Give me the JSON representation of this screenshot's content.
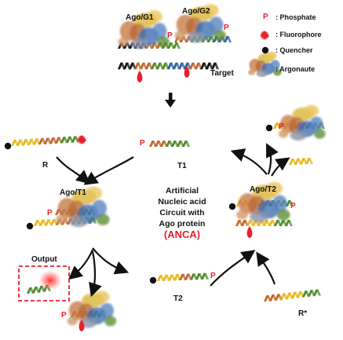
{
  "top": {
    "ago_g1": "Ago/G1",
    "ago_g2": "Ago/G2",
    "target": "Target"
  },
  "legend": {
    "phosphate_symbol": "P",
    "phosphate": ": Phosphate",
    "fluorophore": ": Fluorophore",
    "quencher": ": Quencher",
    "argonaute": ": Argonaute"
  },
  "nodes": {
    "R": "R",
    "T1": "T1",
    "ago_t1": "Ago/T1",
    "ago_t2": "Ago/T2",
    "T2": "T2",
    "R_star": "R*",
    "output": "Output"
  },
  "center": {
    "line1": "Artificial",
    "line2": "Nucleic acid",
    "line3": "Circuit with",
    "line4": "Ago protein",
    "acronym": "(ANCA)"
  },
  "phosphate_mark": "P",
  "colors": {
    "yellow": "#e7b91a",
    "orange": "#c2662c",
    "green": "#4f8a2a",
    "blue": "#2f5fa5",
    "black": "#111111",
    "red": "#e8202a",
    "ago_yellow": "#d9b43a",
    "ago_orange": "#c87a45",
    "ago_blue": "#3d6fb0",
    "ago_green": "#5f8f3a"
  }
}
